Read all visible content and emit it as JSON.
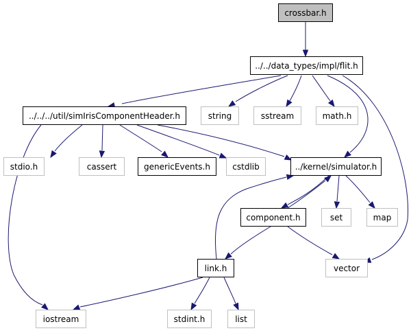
{
  "colors": {
    "edge": "#191970",
    "root_fill": "#bfbfbf",
    "internal_border": "#000000",
    "external_border": "#bfbfbf"
  },
  "nodes": {
    "crossbar": "crossbar.h",
    "flit": "../../data_types/impl/flit.h",
    "simIrisComponentHeader": "../../../util/simIrisComponentHeader.h",
    "string": "string",
    "sstream": "sstream",
    "math": "math.h",
    "stdio": "stdio.h",
    "cassert": "cassert",
    "genericEvents": "genericEvents.h",
    "cstdlib": "cstdlib",
    "simulator": "../kernel/simulator.h",
    "component": "component.h",
    "set": "set",
    "map": "map",
    "link": "link.h",
    "vector": "vector",
    "iostream": "iostream",
    "stdint": "stdint.h",
    "list": "list"
  }
}
